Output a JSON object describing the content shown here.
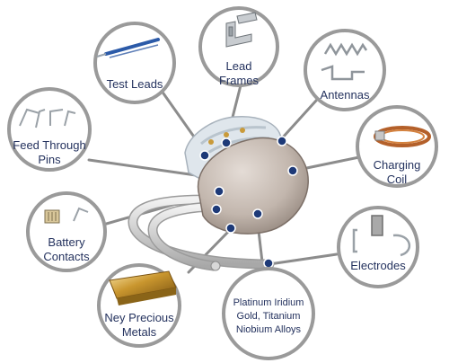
{
  "labels": {
    "test_leads": "Test Leads",
    "lead_frames": [
      "Lead",
      "Frames"
    ],
    "antennas": "Antennas",
    "feed_through_pins": [
      "Feed Through",
      "Pins"
    ],
    "charging_coil": [
      "Charging",
      "Coil"
    ],
    "battery_contacts": [
      "Battery",
      "Contacts"
    ],
    "electrodes": "Electrodes",
    "ney_precious_metals": [
      "Ney Precious",
      "Metals"
    ],
    "alloys": [
      "Platinum Iridium",
      "Gold, Titanium",
      "Niobium Alloys"
    ]
  },
  "colors": {
    "label_text": "#24325e",
    "callout_border": "#9a9a9a",
    "connector_line": "#8c8c8c",
    "marker_dot": "#1e3a78",
    "device_body": "#bfb3aa",
    "header_clear": "#dfe6ec"
  },
  "icons": [
    "test-leads-photo",
    "lead-frames-photo",
    "antennas-photo",
    "feed-through-pins-photo",
    "charging-coil-photo",
    "battery-contacts-photo",
    "electrodes-photo",
    "precious-metals-photo"
  ]
}
